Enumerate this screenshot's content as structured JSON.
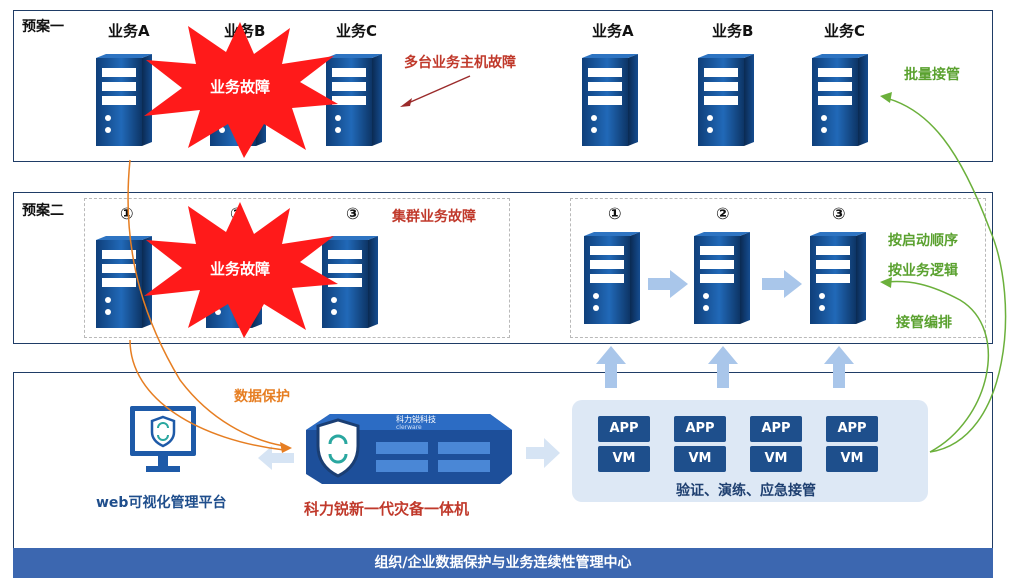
{
  "plan1": {
    "title": "预案一",
    "left_services": [
      "业务A",
      "业务B",
      "业务C"
    ],
    "right_services": [
      "业务A",
      "业务B",
      "业务C"
    ],
    "failure_label": "业务故障",
    "fault_note": "多台业务主机故障",
    "takeover_note": "批量接管"
  },
  "plan2": {
    "title": "预案二",
    "left_steps": [
      "①",
      "②",
      "③"
    ],
    "right_steps": [
      "①",
      "②",
      "③"
    ],
    "failure_label": "业务故障",
    "fault_note": "集群业务故障",
    "order_notes": [
      "按启动顺序",
      "按业务逻辑",
      "接管编排"
    ]
  },
  "platform": {
    "data_protect": "数据保护",
    "web_platform": "web可视化管理平台",
    "appliance": "科力锐新一代灾备一体机",
    "device_brand": "科力锐科技",
    "device_brand_en": "clerware",
    "app_label": "APP",
    "vm_label": "VM",
    "verify_note": "验证、演练、应急接管"
  },
  "footer": {
    "title": "组织/企业数据保护与业务连续性管理中心"
  },
  "colors": {
    "navy": "#1f4e8c",
    "server_blue": "#1e5aa8",
    "burst_red": "#ff1a1a",
    "green": "#5aa12f",
    "orange": "#e67e22",
    "footer_blue": "#3c67b0"
  },
  "icons": [
    "server-icon",
    "burst-icon",
    "monitor-icon",
    "shield-icon",
    "appliance-icon",
    "arrow-icon"
  ]
}
